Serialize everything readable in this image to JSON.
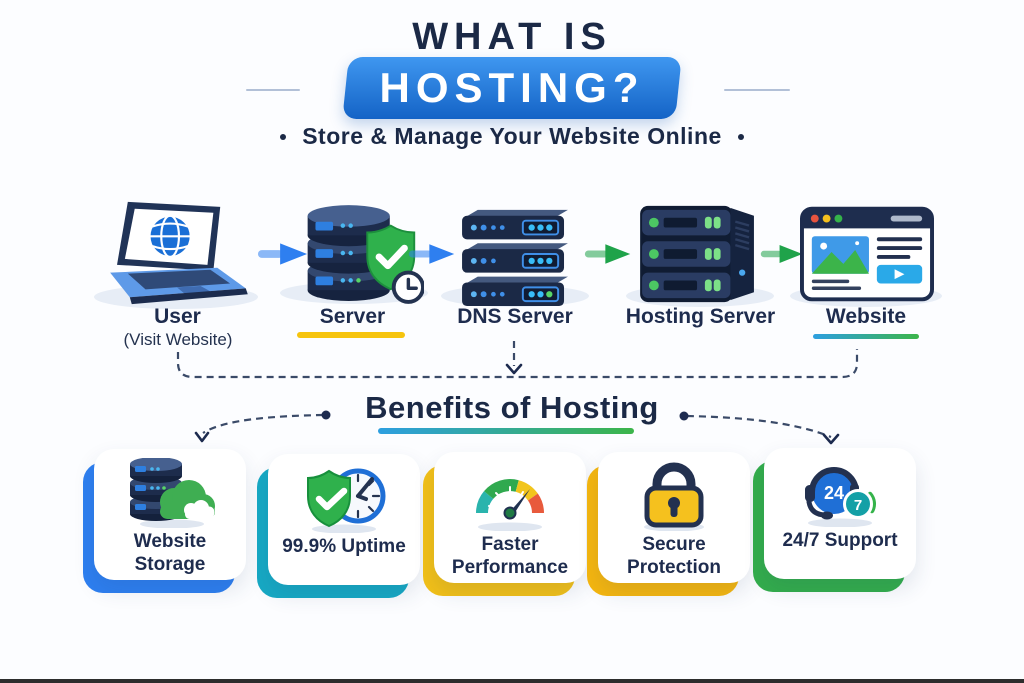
{
  "header": {
    "title_line1": "WHAT IS",
    "banner": "HOSTING?",
    "subtitle": "Store & Manage Your Website Online"
  },
  "flow": {
    "steps": [
      {
        "label": "User",
        "sublabel": "(Visit Website)",
        "icon": "laptop-globe-icon"
      },
      {
        "label": "Server",
        "icon": "database-shield-clock-icon",
        "underline_color": "#f6c40e"
      },
      {
        "label": "DNS Server",
        "icon": "server-stack-icon"
      },
      {
        "label": "Hosting Server",
        "icon": "server-tower-icon"
      },
      {
        "label": "Website",
        "icon": "browser-window-icon",
        "underline_color": "linear-gradient(90deg,#2d9fe0,#3cb54a)"
      }
    ],
    "arrow_colors": [
      "#2e7ff0",
      "#2e7ff0",
      "#1fa34a",
      "#1fa34a"
    ]
  },
  "benefits": {
    "title": "Benefits of Hosting",
    "underline": "linear-gradient(90deg,#2d9fe0,#3cb54a)",
    "cards": [
      {
        "label": "Website Storage",
        "accent": "#2e7ff0",
        "icon": "server-cloud-icon"
      },
      {
        "label": "99.9% Uptime",
        "accent": "#17a9c4",
        "icon": "shield-clock-icon"
      },
      {
        "label": "Faster Performance",
        "accent": "#f2c018",
        "icon": "speedometer-icon"
      },
      {
        "label": "Secure Protection",
        "accent": "#f5b60f",
        "icon": "padlock-icon"
      },
      {
        "label": "24/7 Support",
        "accent": "#33ad4c",
        "icon": "headset-icon",
        "badge_primary": "24",
        "badge_secondary": "7"
      }
    ]
  },
  "colors": {
    "navy_text": "#1b2946",
    "banner_gradient": "linear-gradient(180deg,#3f97f0,#1463c6)",
    "arrow_blue": "#2e7ff0",
    "arrow_green": "#1fa34a",
    "dashed_line": "#3a4a68"
  }
}
